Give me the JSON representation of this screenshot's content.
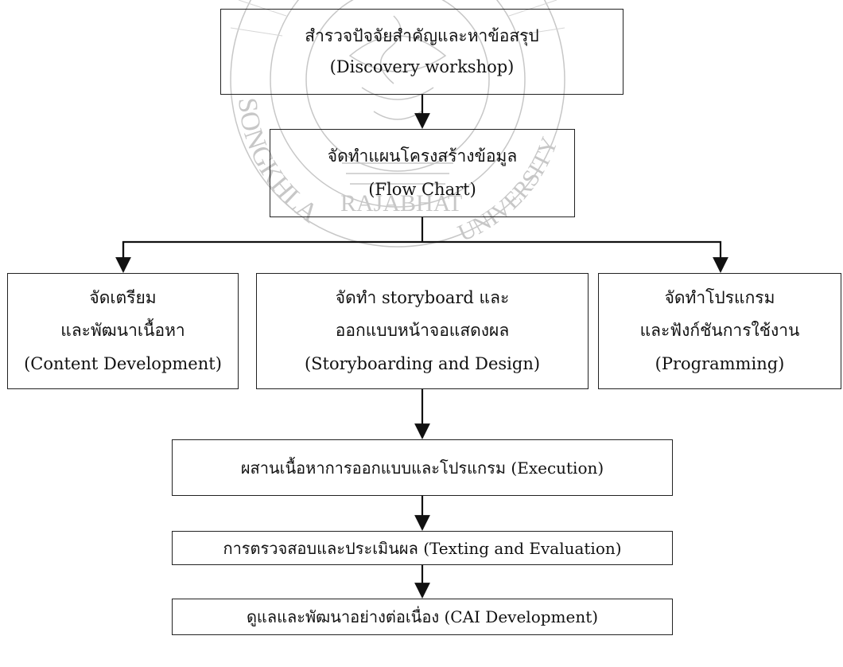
{
  "watermark": {
    "text_top": "SONGKHLA",
    "text_bottom": "RAJABHAT",
    "text_right": "UNIVERSITY"
  },
  "boxes": {
    "discovery": {
      "line1": "สำรวจปัจจัยสำคัญและหาข้อสรุป",
      "line2": "(Discovery workshop)"
    },
    "flowchart": {
      "line1": "จัดทำแผนโครงสร้างข้อมูล",
      "line2": "(Flow Chart)"
    },
    "content": {
      "line1": "จัดเตรียม",
      "line2": "และพัฒนาเนื้อหา",
      "line3": "(Content Development)"
    },
    "storyboard": {
      "line1": "จัดทำ storyboard และ",
      "line2": "ออกแบบหน้าจอแสดงผล",
      "line3": "(Storyboarding and Design)"
    },
    "programming": {
      "line1": "จัดทำโปรแกรม",
      "line2": "และฟังก์ชันการใช้งาน",
      "line3": "(Programming)"
    },
    "execution": {
      "line1": "ผสานเนื้อหาการออกแบบและโปรแกรม (Execution)"
    },
    "testing": {
      "line1": "การตรวจสอบและประเมินผล (Texting and Evaluation)"
    },
    "cai": {
      "line1": "ดูแลและพัฒนาอย่างต่อเนื่อง (CAI Development)"
    }
  }
}
